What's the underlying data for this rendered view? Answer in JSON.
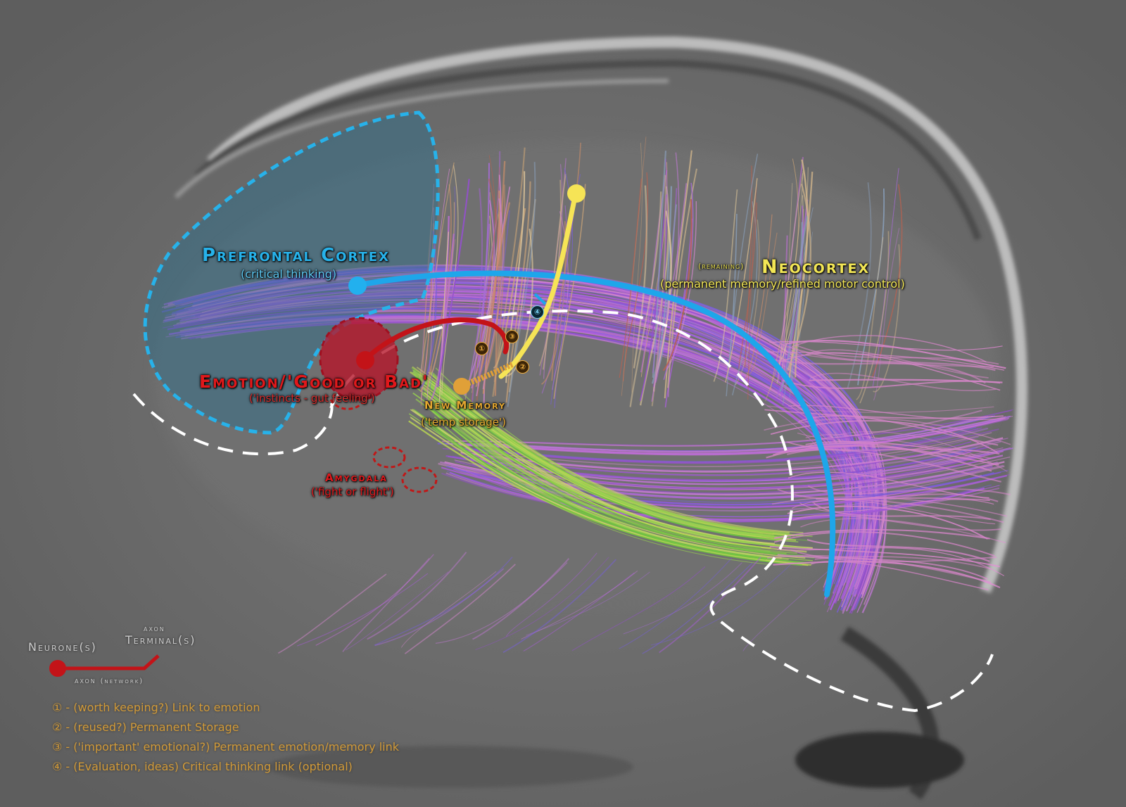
{
  "labels": {
    "prefrontal_title": "Prefrontal Cortex",
    "prefrontal_sub": "(critical thinking)",
    "remaining": "(remaining)",
    "neocortex_title": "Neocortex",
    "neocortex_sub": "(permanent memory/refined motor control)",
    "emotion_title": "Emotion/'Good or Bad'",
    "emotion_sub": "('instincts - gut feeling')",
    "memory_title": "New Memory",
    "memory_sub": "('temp storage')",
    "amygdala_title": "Amygdala",
    "amygdala_sub": "('fight or flight')"
  },
  "legend": {
    "neurone": "Neurone(s)",
    "axon_terminal_1": "axon",
    "axon_terminal_2": "Terminal(s)",
    "axon": "axon",
    "axon_network": "(network)"
  },
  "markers": [
    "①",
    "②",
    "③",
    "④"
  ],
  "numbered_notes": [
    "① - (worth keeping?) Link to emotion",
    "② - (reused?) Permanent Storage",
    "③ - ('important' emotional?) Permanent emotion/memory link",
    "④ - (Evaluation, ideas) Critical thinking link (optional)"
  ],
  "colors": {
    "prefrontal": "#27b2ea",
    "neocortex": "#f2e655",
    "emotion": "#e0181b",
    "memory": "#e6a830"
  }
}
